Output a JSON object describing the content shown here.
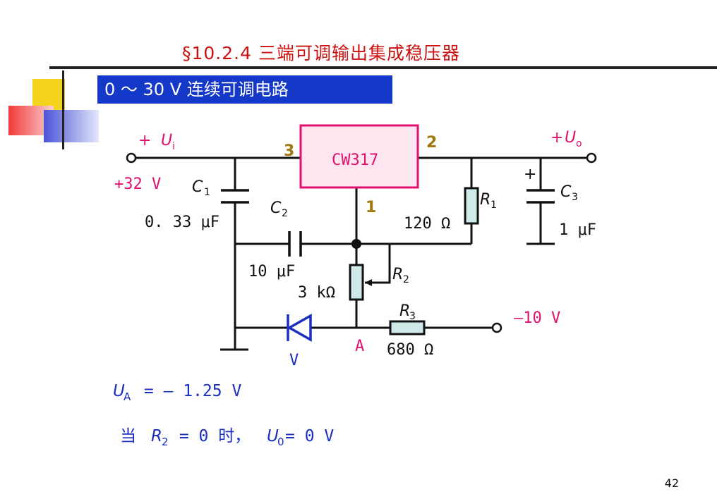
{
  "slide": {
    "title": "§10.2.4  三端可调输出集成稳压器",
    "subtitle": "0 ～ 30 V 连续可调电路",
    "page_number": "42"
  },
  "circuit": {
    "ic_label": "CW317",
    "pin_in": "3",
    "pin_out": "2",
    "pin_adj": "1",
    "ui_plus": "+",
    "ui_label": "U",
    "ui_sub": "i",
    "uo_plus": "+",
    "uo_label": "U",
    "uo_sub": "o",
    "input_voltage": "+32 V",
    "c1_label": "C",
    "c1_sub": "1",
    "c1_value": "0. 33 μF",
    "c2_label": "C",
    "c2_sub": "2",
    "c2_value": "10 μF",
    "c3_plus": "+",
    "c3_label": "C",
    "c3_sub": "3",
    "c3_value": "1 μF",
    "r1_label": "R",
    "r1_sub": "1",
    "r1_value": "120 Ω",
    "r2_label": "R",
    "r2_sub": "2",
    "r2_value": "3 kΩ",
    "r3_label": "R",
    "r3_sub": "3",
    "r3_value": "680 Ω",
    "neg_voltage": "–10 V",
    "node_a": "A",
    "diode_label": "V"
  },
  "notes": {
    "line1_var": "U",
    "line1_sub": "A",
    "line1_text": " = – 1.25 V",
    "line2_prefix": "当 ",
    "line2_var1": "R",
    "line2_sub1": "2",
    "line2_mid": " = 0 时，",
    "line2_var2": "U",
    "line2_sub2": "0",
    "line2_end": "= 0 V"
  },
  "colors": {
    "title": "#cc1111",
    "subtitle_bg": "#1438c8",
    "pink": "#e0106e",
    "blue": "#1a2fc0",
    "olive": "#a07810",
    "ic_fill": "#fde6f0",
    "resistor_fill": "#cfe8e8"
  }
}
